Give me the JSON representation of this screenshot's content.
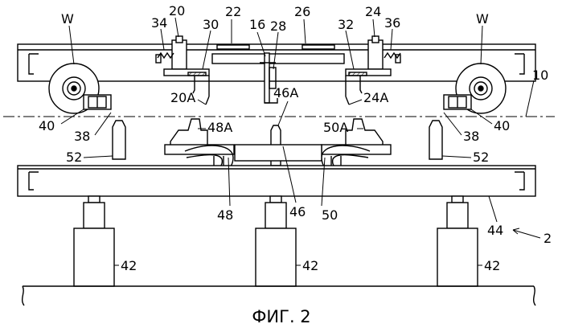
{
  "figure": {
    "caption": "ФИГ. 2"
  },
  "labels": {
    "W_left": "W",
    "W_right": "W",
    "n20": "20",
    "n34": "34",
    "n30": "30",
    "n22": "22",
    "n16": "16",
    "n28": "28",
    "n26": "26",
    "n32": "32",
    "n24": "24",
    "n36": "36",
    "n10": "10",
    "n20A": "20A",
    "n46A": "46A",
    "n24A": "24A",
    "n40_left": "40",
    "n38_left": "38",
    "n48A": "48A",
    "n50A": "50A",
    "n38_right": "38",
    "n40_right": "40",
    "n52_left": "52",
    "n52_right": "52",
    "n48": "48",
    "n46": "46",
    "n50": "50",
    "n44": "44",
    "n2": "2",
    "n42_left": "42",
    "n42_mid": "42",
    "n42_right": "42"
  }
}
